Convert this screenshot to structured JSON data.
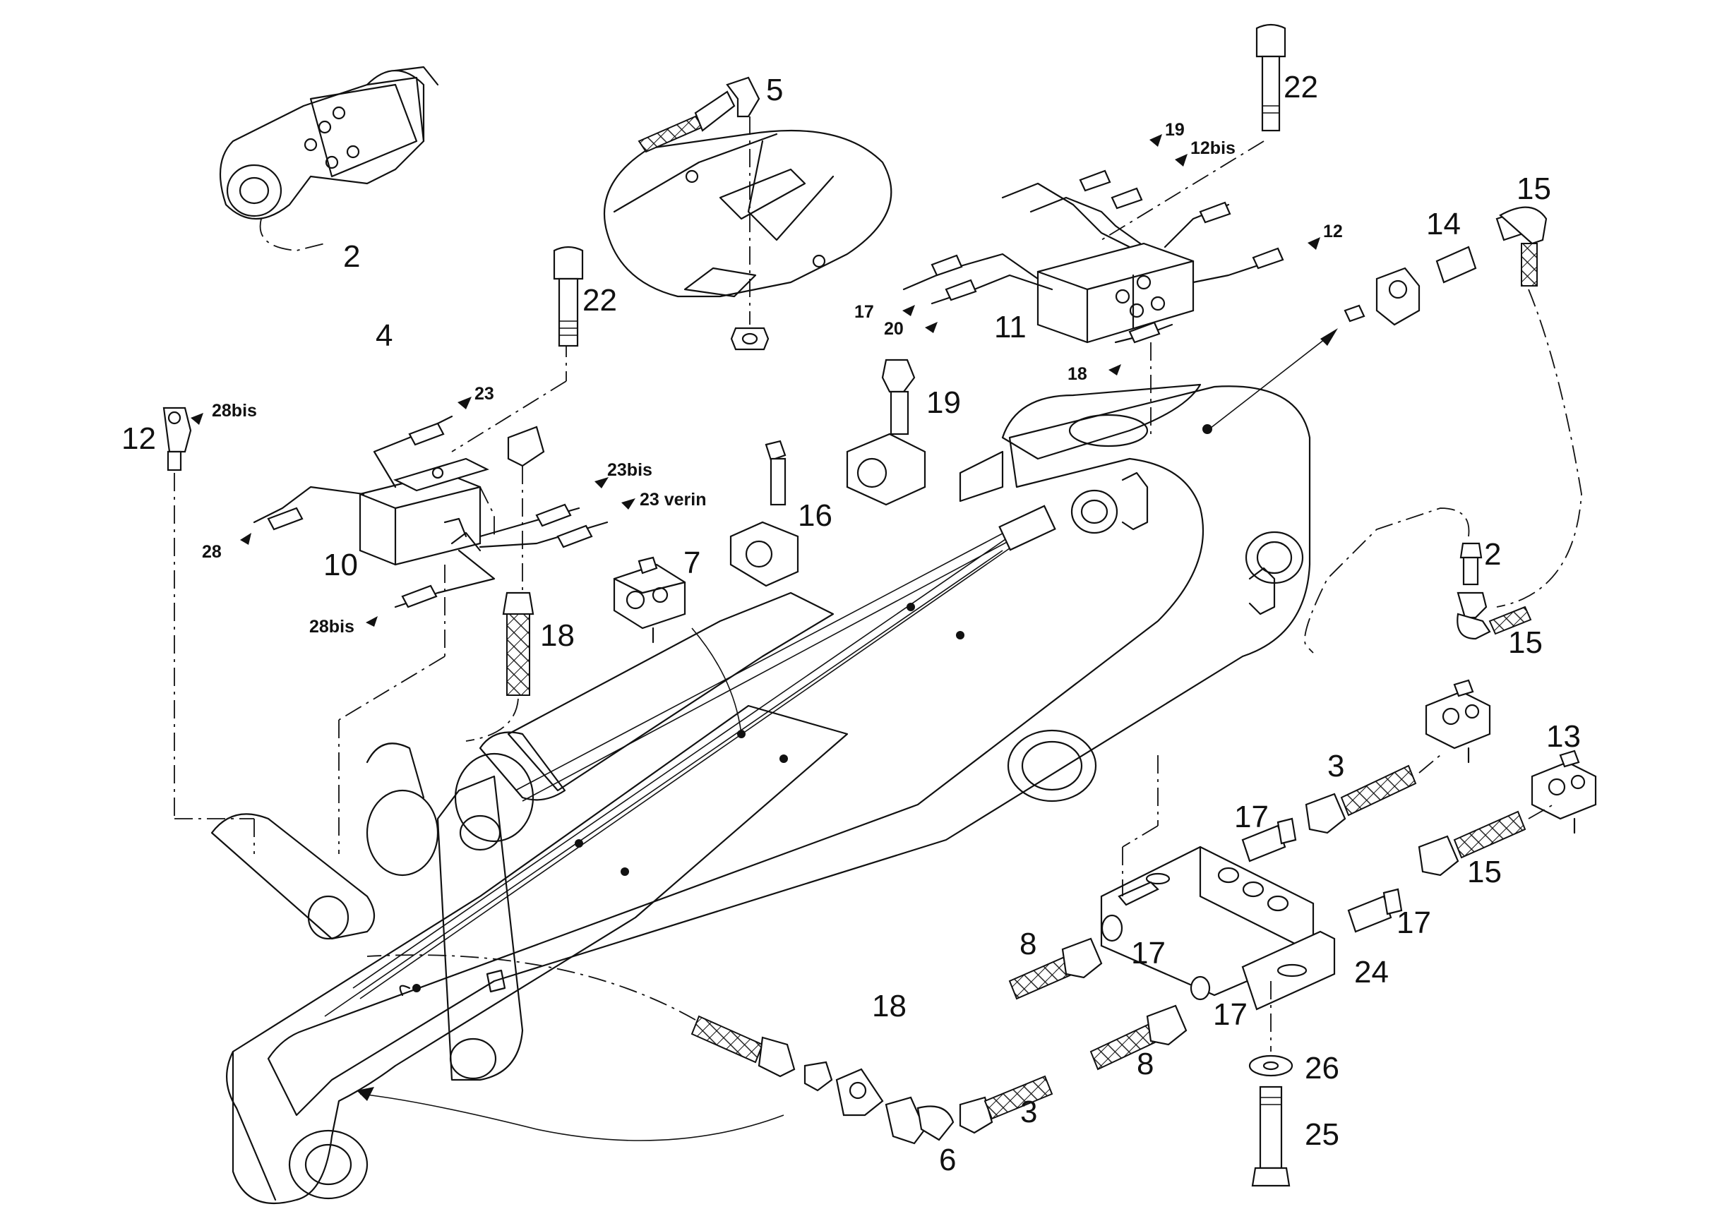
{
  "callouts": {
    "c2a": "2",
    "c4": "4",
    "c5": "5",
    "c22a": "22",
    "c22b": "22",
    "c12": "12",
    "c10": "10",
    "c7": "7",
    "c18a": "18",
    "c16": "16",
    "c19": "19",
    "c11": "11",
    "c14": "14",
    "c15a": "15",
    "c2b": "2",
    "c15b": "15",
    "c3a": "3",
    "c13": "13",
    "c17a": "17",
    "c15c": "15",
    "c17b": "17",
    "c8a": "8",
    "c17c": "17",
    "c24": "24",
    "c18b": "18",
    "c17d": "17",
    "c8b": "8",
    "c26": "26",
    "c25": "25",
    "c3b": "3",
    "c6": "6"
  },
  "line_tags": {
    "t23": "23",
    "t23bis": "23bis",
    "t23verin": "23 verin",
    "t28": "28",
    "t28bis_a": "28bis",
    "t28bis_b": "28bis",
    "t19": "19",
    "t12bis": "12bis",
    "t12": "12",
    "t17": "17",
    "t20": "20",
    "t18": "18"
  },
  "colors": {
    "line": "#111111",
    "background": "#ffffff"
  }
}
